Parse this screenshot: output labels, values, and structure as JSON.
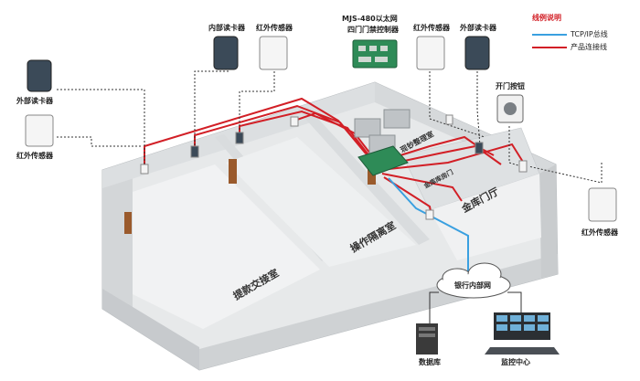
{
  "legend": {
    "title": "线例说明",
    "items": [
      {
        "label": "TCP/IP总线",
        "color": "#3aa0e0"
      },
      {
        "label": "产品连接线",
        "color": "#d21f26"
      }
    ]
  },
  "controller": {
    "line1": "MJS-480以太网",
    "line2": "四门门禁控制器"
  },
  "devices": {
    "inner_reader_top": "内部读卡器",
    "ir_sensor_top": "红外传感器",
    "ir_sensor_top_right": "红外传感器",
    "outer_reader_top_right": "外部读卡器",
    "outer_reader_left": "外部读卡器",
    "ir_sensor_left": "红外传感器",
    "exit_button": "开门按钮",
    "ir_sensor_right": "红外传感器"
  },
  "rooms": {
    "room_a": "提款交接室",
    "room_b": "操作隔离室",
    "room_c": "现钞整理室",
    "room_d": "金库门厅",
    "door_sign": "金库库房门"
  },
  "network": {
    "cloud": "银行内部网",
    "database": "数据库",
    "monitor_center": "监控中心"
  },
  "colors": {
    "red_wire": "#d21f26",
    "blue_wire": "#3aa0e0",
    "pcb": "#2e8b57"
  }
}
